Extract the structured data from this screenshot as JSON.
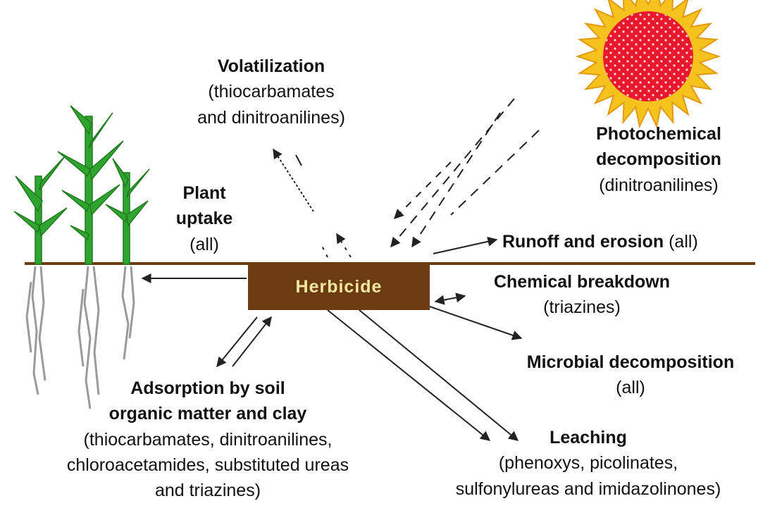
{
  "herbicide": "Herbicide",
  "volatilization": {
    "title": "Volatilization",
    "sub1": "(thiocarbamates",
    "sub2": "and dinitroanilines)"
  },
  "photochemical": {
    "title1": "Photochemical",
    "title2": "decomposition",
    "sub": "(dinitroanilines)"
  },
  "plant_uptake": {
    "title1": "Plant",
    "title2": "uptake",
    "sub": "(all)"
  },
  "runoff": {
    "title": "Runoff and erosion",
    "sub": "(all)"
  },
  "chemical": {
    "title": "Chemical breakdown",
    "sub": "(triazines)"
  },
  "microbial": {
    "title": "Microbial decomposition",
    "sub": "(all)"
  },
  "leaching": {
    "title": "Leaching",
    "sub1": "(phenoxys, picolinates,",
    "sub2": "sulfonylureas and imidazolinones)"
  },
  "adsorption": {
    "title1": "Adsorption by soil",
    "title2": "organic matter and clay",
    "sub1": "(thiocarbamates, dinitroanilines,",
    "sub2": "chloroacetamides, substituted ureas",
    "sub3": "and triazines)"
  },
  "colors": {
    "soil_line": "#6b3b12",
    "herbicide_box": "#6b3b12",
    "herbicide_text": "#f4e6a2",
    "plant": "#2fa52f",
    "roots": "#9a9a9a",
    "sun_core": "#e8192f",
    "sun_rays": "#f6c21d"
  }
}
